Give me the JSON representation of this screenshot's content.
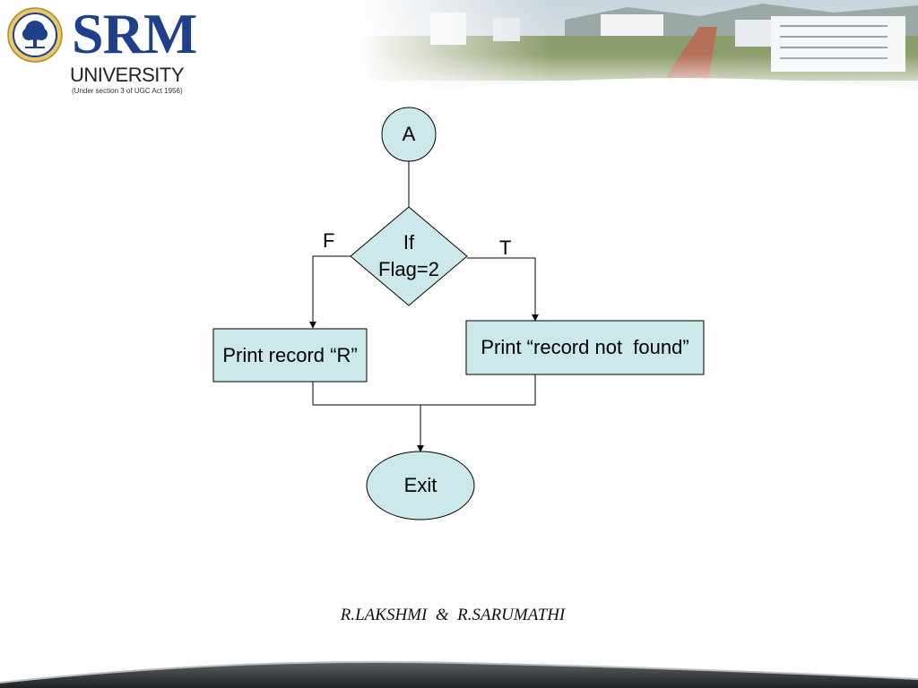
{
  "header": {
    "logo": {
      "name": "SRM",
      "subtitle": "UNIVERSITY",
      "note": "(Under section 3 of UGC Act 1956)",
      "emblem_icon": "tree-emblem-icon"
    },
    "banner_image": "campus-photo"
  },
  "flowchart": {
    "start_connector": "A",
    "decision": {
      "line1": "If",
      "line2": "Flag=2"
    },
    "false_label": "F",
    "true_label": "T",
    "false_process": "Print record “R”",
    "true_process": "Print “record not  found”",
    "end": "Exit"
  },
  "footer": {
    "author": "R.LAKSHMI  &  R.SARUMATHI"
  },
  "colors": {
    "shape_fill": "#cce8ea",
    "brand_blue": "#1f3f8a",
    "footer_bar": "#2e3436"
  }
}
